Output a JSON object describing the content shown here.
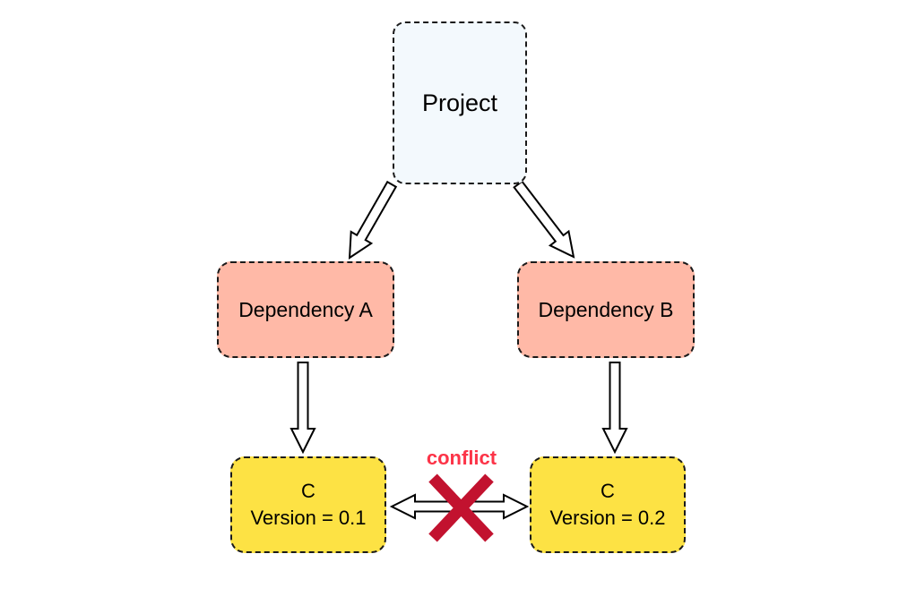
{
  "diagram": {
    "title": "dependency-version-conflict-diagram",
    "background_color": "#ffffff",
    "border_color": "#1a1a1a",
    "nodes": {
      "project": {
        "label": "Project",
        "fill": "#f3f9fd"
      },
      "dep_a": {
        "label": "Dependency A",
        "fill": "#ffb9a7"
      },
      "dep_b": {
        "label": "Dependency B",
        "fill": "#ffb9a7"
      },
      "c1": {
        "title": "C",
        "subtitle": "Version = 0.1",
        "fill": "#fde244"
      },
      "c2": {
        "title": "C",
        "subtitle": "Version = 0.2",
        "fill": "#fde244"
      }
    },
    "edges": [
      {
        "from": "project",
        "to": "dep_a",
        "style": "hollow-arrow"
      },
      {
        "from": "project",
        "to": "dep_b",
        "style": "hollow-arrow"
      },
      {
        "from": "dep_a",
        "to": "c1",
        "style": "hollow-arrow"
      },
      {
        "from": "dep_b",
        "to": "c2",
        "style": "hollow-arrow"
      },
      {
        "from": "c1",
        "to": "c2",
        "style": "hollow-double-arrow",
        "blocked": true,
        "label": "conflict"
      }
    ],
    "conflict": {
      "label": "conflict",
      "label_color": "#fc3448",
      "cross_color": "#c2122f"
    }
  }
}
